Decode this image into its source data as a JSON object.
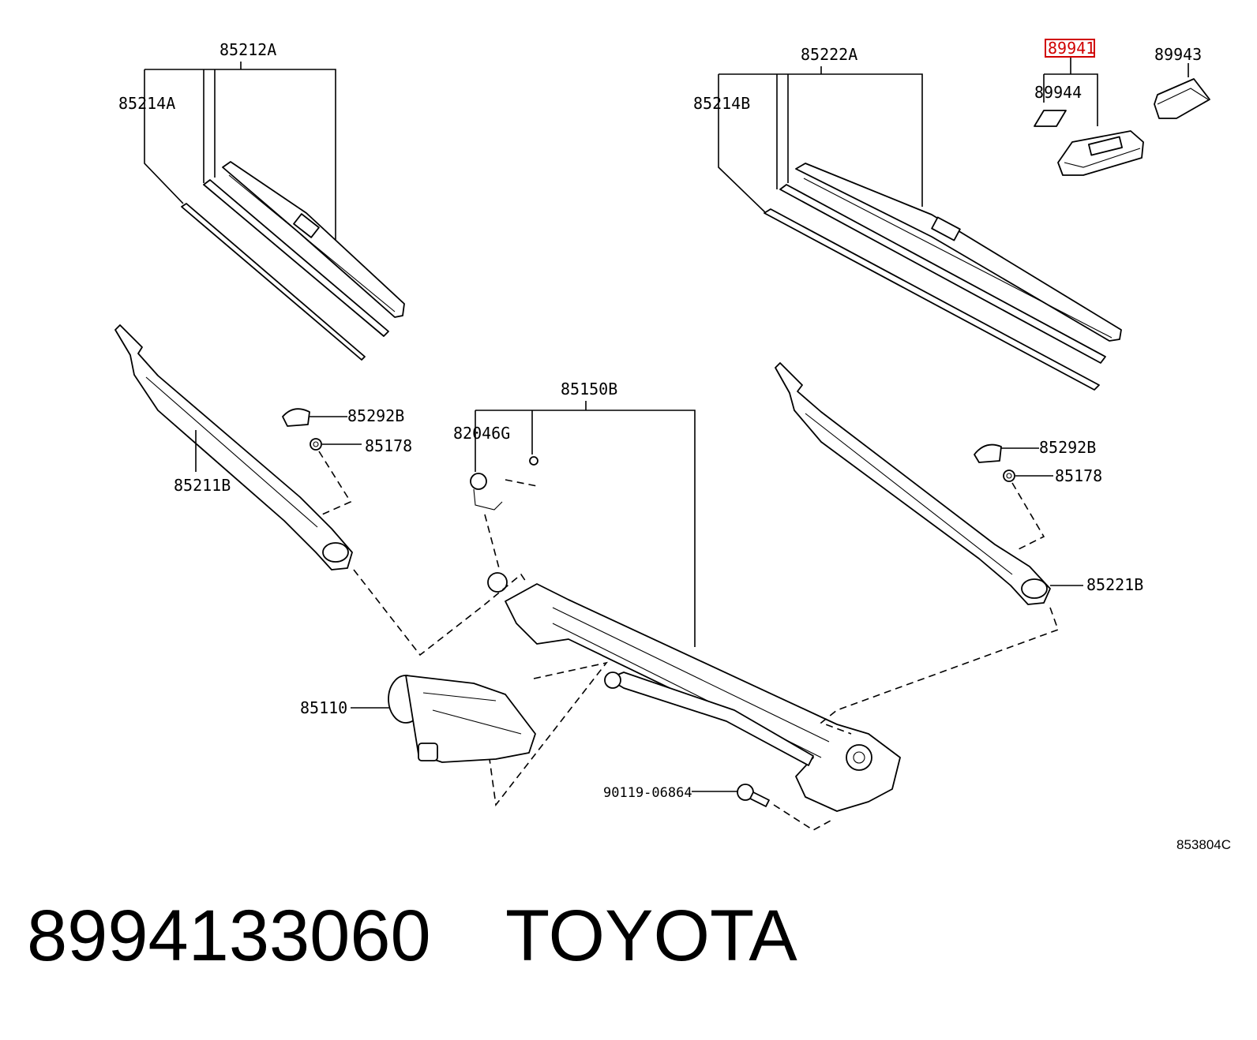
{
  "diagram": {
    "callouts": {
      "c85212A": "85212A",
      "c85214A": "85214A",
      "c85222A": "85222A",
      "c85214B": "85214B",
      "c89941": "89941",
      "c89943": "89943",
      "c89944": "89944",
      "c85292B_l": "85292B",
      "c85178_l": "85178",
      "c85211B": "85211B",
      "c85150B": "85150B",
      "c82046G": "82046G",
      "c85292B_r": "85292B",
      "c85178_r": "85178",
      "c85221B": "85221B",
      "c85110": "85110",
      "c90119": "90119-06864"
    },
    "highlighted_part": "89941",
    "highlight_color": "#d00000",
    "figure_code": "853804C"
  },
  "footer": {
    "part_number": "8994133060",
    "brand": "TOYOTA"
  }
}
